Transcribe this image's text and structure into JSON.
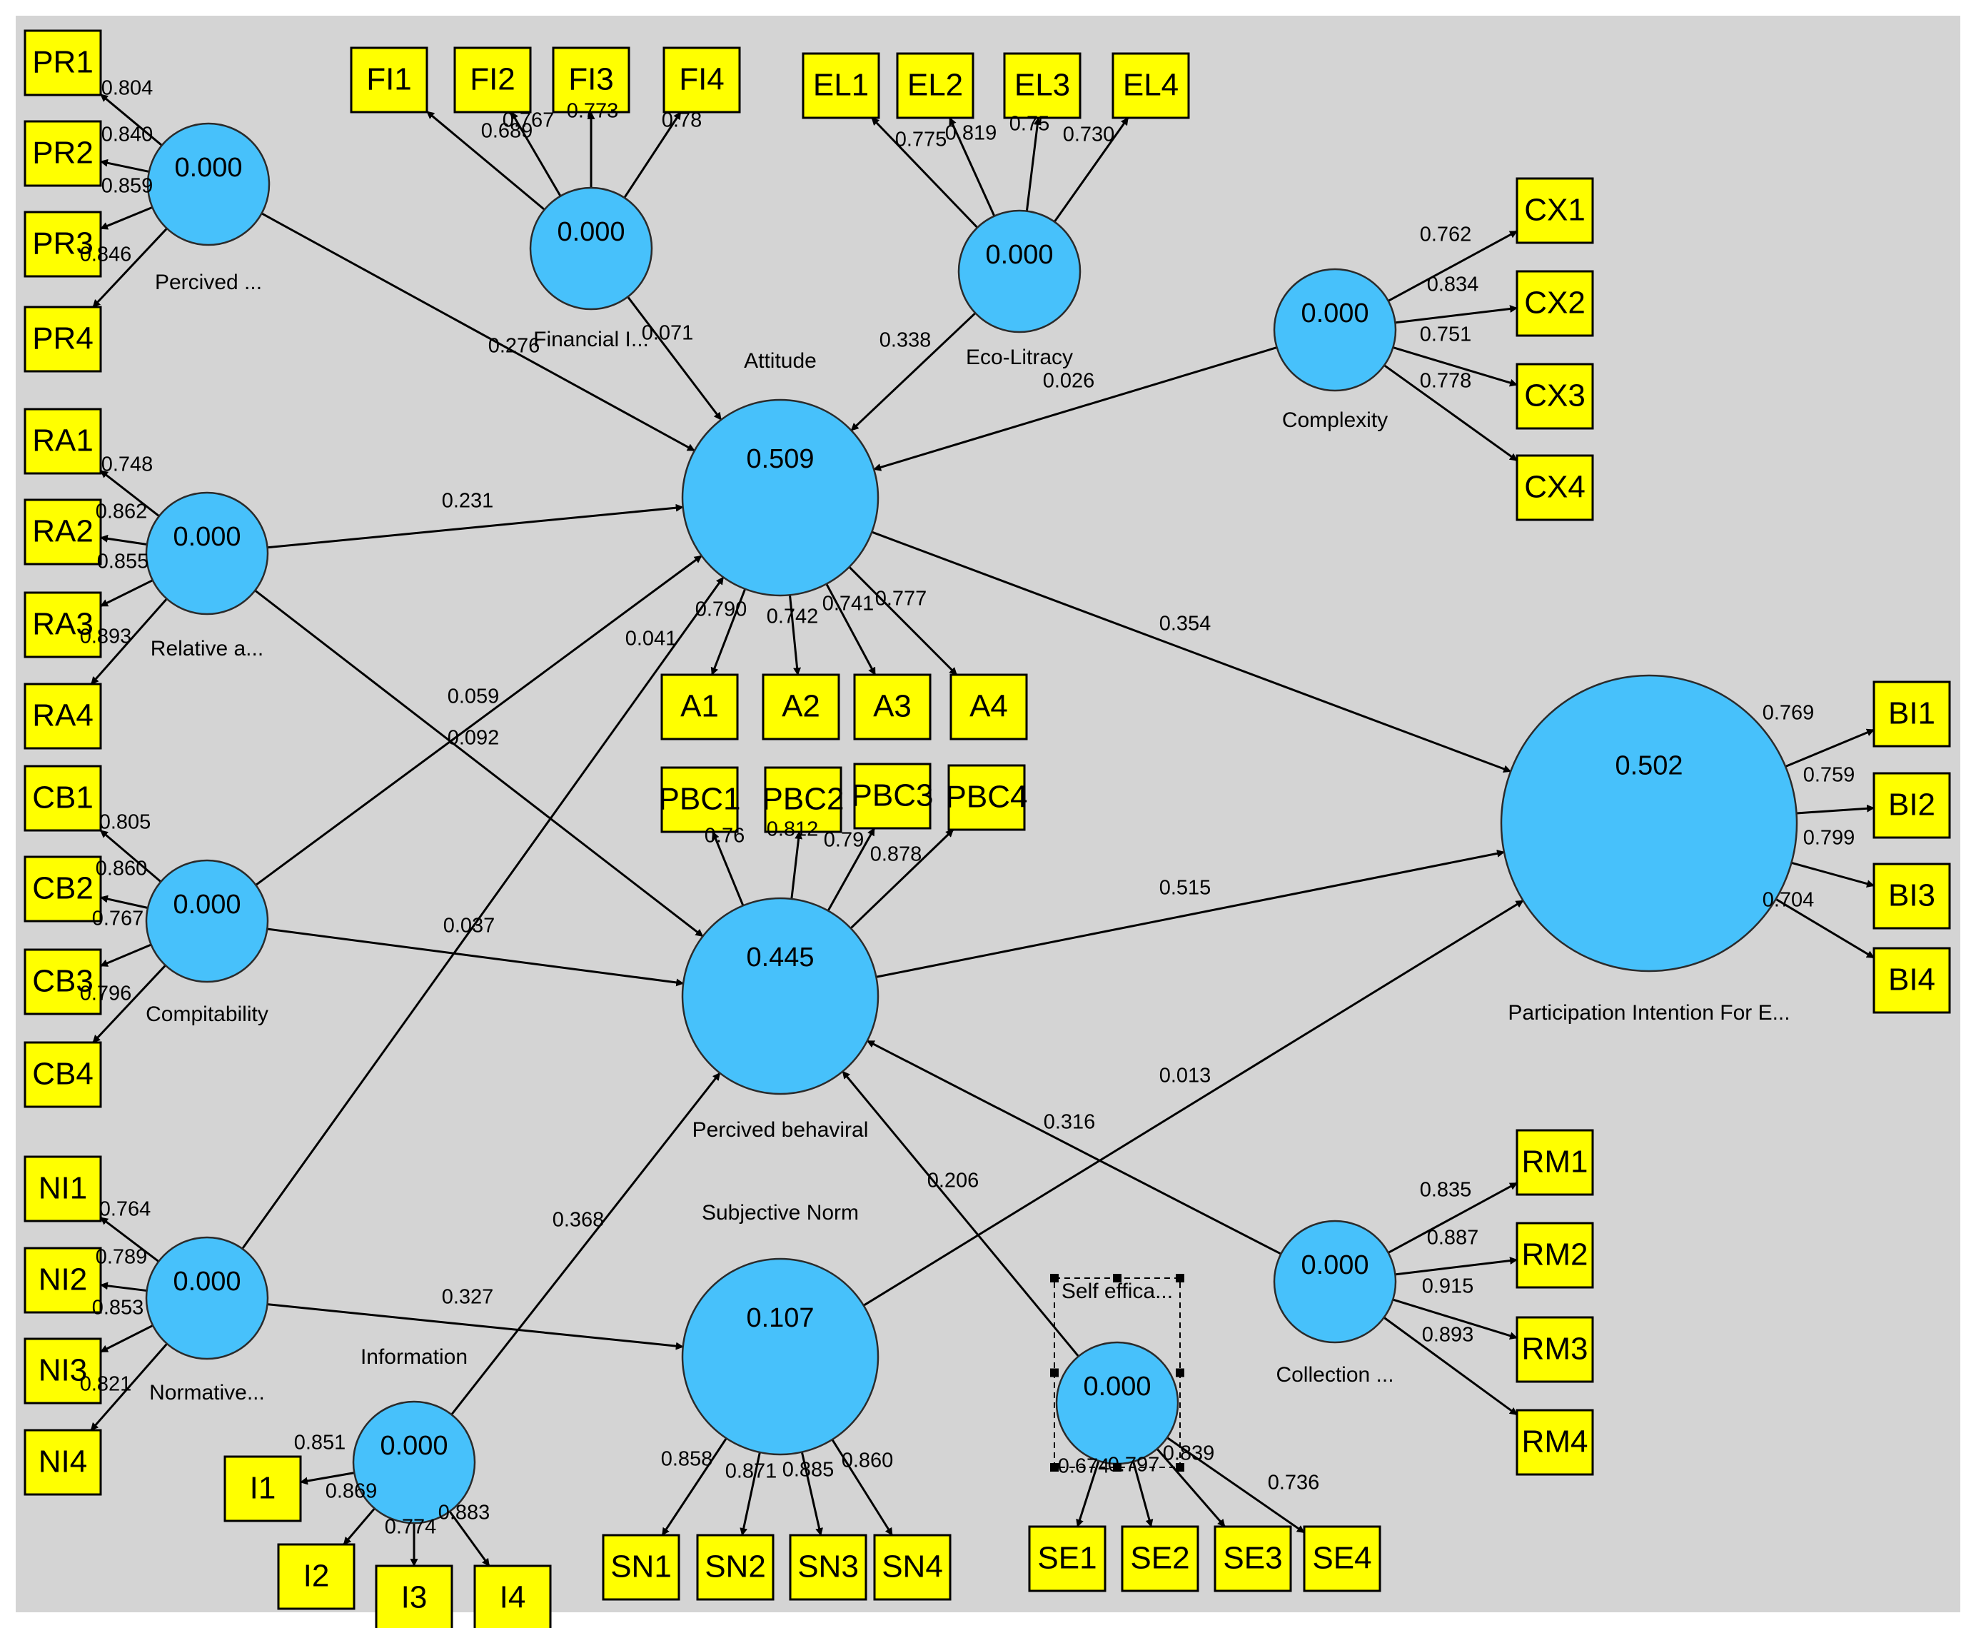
{
  "latent_variables": [
    {
      "id": "PR",
      "r2": "0.000",
      "name": "Percived ..."
    },
    {
      "id": "FI",
      "r2": "0.000",
      "name": "Financial I..."
    },
    {
      "id": "EL",
      "r2": "0.000",
      "name": "Eco-Litracy"
    },
    {
      "id": "CX",
      "r2": "0.000",
      "name": "Complexity"
    },
    {
      "id": "RA",
      "r2": "0.000",
      "name": "Relative a..."
    },
    {
      "id": "CB",
      "r2": "0.000",
      "name": "Compitability"
    },
    {
      "id": "NI",
      "r2": "0.000",
      "name": "Normative..."
    },
    {
      "id": "INF",
      "r2": "0.000",
      "name": "Information"
    },
    {
      "id": "ATT",
      "r2": "0.509",
      "name": "Attitude"
    },
    {
      "id": "PBC",
      "r2": "0.445",
      "name": "Percived behaviral"
    },
    {
      "id": "SN",
      "r2": "0.107",
      "name": "Subjective Norm"
    },
    {
      "id": "SE",
      "r2": "0.000",
      "name": "Self effica..."
    },
    {
      "id": "RM",
      "r2": "0.000",
      "name": "Collection ..."
    },
    {
      "id": "BI",
      "r2": "0.502",
      "name": "Participation Intention For E..."
    }
  ],
  "indicators": [
    "PR1",
    "PR2",
    "PR3",
    "PR4",
    "FI1",
    "FI2",
    "FI3",
    "FI4",
    "EL1",
    "EL2",
    "EL3",
    "EL4",
    "CX1",
    "CX2",
    "CX3",
    "CX4",
    "RA1",
    "RA2",
    "RA3",
    "RA4",
    "A1",
    "A2",
    "A3",
    "A4",
    "PBC1",
    "PBC2",
    "PBC3",
    "PBC4",
    "CB1",
    "CB2",
    "CB3",
    "CB4",
    "NI1",
    "NI2",
    "NI3",
    "NI4",
    "I1",
    "I2",
    "I3",
    "I4",
    "SN1",
    "SN2",
    "SN3",
    "SN4",
    "SE1",
    "SE2",
    "SE3",
    "SE4",
    "RM1",
    "RM2",
    "RM3",
    "RM4",
    "BI1",
    "BI2",
    "BI3",
    "BI4"
  ],
  "loadings": {
    "PR": [
      "0.804",
      "0.840",
      "0.859",
      "0.846"
    ],
    "FI": [
      "0.689",
      "0.767",
      "0.773",
      "0.78"
    ],
    "EL": [
      "0.775",
      "0.819",
      "0.75",
      "0.730"
    ],
    "CX": [
      "0.762",
      "0.834",
      "0.751",
      "0.778"
    ],
    "RA": [
      "0.748",
      "0.862",
      "0.855",
      "0.893"
    ],
    "ATT": [
      "0.790",
      "0.742",
      "0.741",
      "0.777"
    ],
    "PBC": [
      "0.76",
      "0.812",
      "0.79",
      "0.878"
    ],
    "CB": [
      "0.805",
      "0.860",
      "0.767",
      "0.796"
    ],
    "NI": [
      "0.764",
      "0.789",
      "0.853",
      "0.821"
    ],
    "INF": [
      "0.851",
      "0.869",
      "0.774",
      "0.883"
    ],
    "SN": [
      "0.858",
      "0.871",
      "0.885",
      "0.860"
    ],
    "SE": [
      "0.674",
      "0.797",
      "0.839",
      "0.736"
    ],
    "RM": [
      "0.835",
      "0.887",
      "0.915",
      "0.893"
    ],
    "BI": [
      "0.769",
      "0.759",
      "0.799",
      "0.704"
    ]
  },
  "paths": [
    {
      "from": "PR",
      "to": "ATT",
      "coef": "0.276"
    },
    {
      "from": "FI",
      "to": "ATT",
      "coef": "0.071"
    },
    {
      "from": "EL",
      "to": "ATT",
      "coef": "0.338"
    },
    {
      "from": "CX",
      "to": "ATT",
      "coef": "0.026"
    },
    {
      "from": "RA",
      "to": "ATT",
      "coef": "0.231"
    },
    {
      "from": "RA",
      "to": "PBC",
      "coef": "0.092"
    },
    {
      "from": "CB",
      "to": "ATT",
      "coef": "0.059"
    },
    {
      "from": "CB",
      "to": "PBC",
      "coef": "0.037"
    },
    {
      "from": "NI",
      "to": "ATT",
      "coef": "0.041"
    },
    {
      "from": "NI",
      "to": "SN",
      "coef": "0.327"
    },
    {
      "from": "INF",
      "to": "PBC",
      "coef": "0.368"
    },
    {
      "from": "ATT",
      "to": "BI",
      "coef": "0.354"
    },
    {
      "from": "PBC",
      "to": "BI",
      "coef": "0.515"
    },
    {
      "from": "SN",
      "to": "BI",
      "coef": "0.013"
    },
    {
      "from": "SE",
      "to": "PBC",
      "coef": "0.206"
    },
    {
      "from": "RM",
      "to": "PBC",
      "coef": "0.316"
    }
  ],
  "colors": {
    "background": "#d4d4d4",
    "latent": "#47c1fb",
    "indicator": "#ffff00"
  }
}
